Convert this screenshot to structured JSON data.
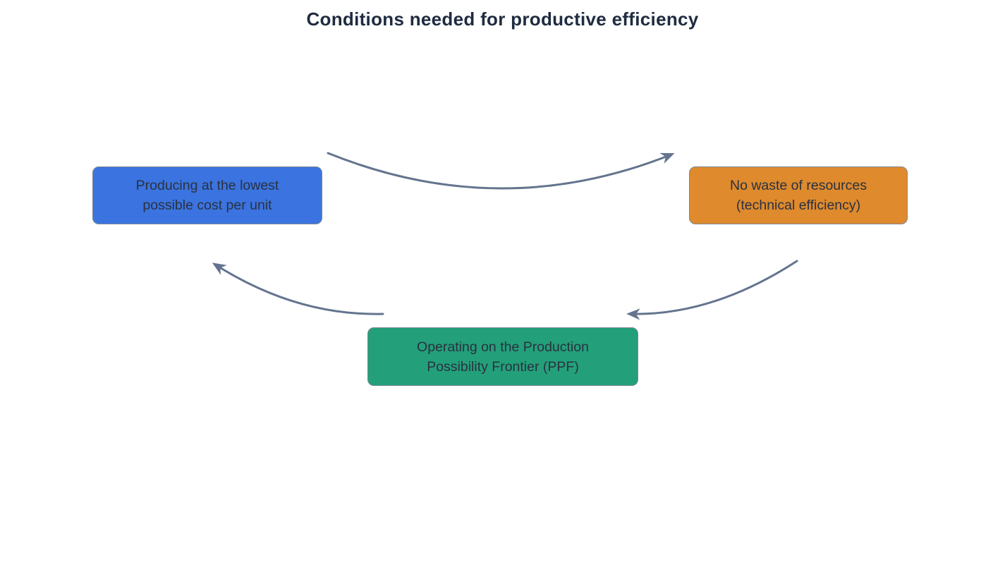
{
  "title": "Conditions needed for productive efficiency",
  "colors": {
    "background": "#ffffff",
    "title_text": "#1f2b40",
    "node_text": "#2a3140",
    "node_border": "#7d8796",
    "arrow": "#64748e",
    "blue_node": "#3b74e0",
    "orange_node": "#de8a2d",
    "green_node": "#23a07a"
  },
  "diagram": {
    "nodes": [
      {
        "id": "lowest-cost",
        "label": "Producing at the lowest possible cost per unit",
        "lines": [
          "Producing at the lowest",
          "possible cost per unit"
        ],
        "fill": "#3b74e0"
      },
      {
        "id": "no-waste",
        "label": "No waste of resources (technical efficiency)",
        "lines": [
          "No waste of resources",
          "(technical efficiency)"
        ],
        "fill": "#de8a2d"
      },
      {
        "id": "ppf",
        "label": "Operating on the Production Possibility Frontier (PPF)",
        "lines": [
          "Operating on the Production",
          "Possibility Frontier (PPF)"
        ],
        "fill": "#23a07a"
      }
    ],
    "edges": [
      {
        "from": "lowest-cost",
        "to": "no-waste"
      },
      {
        "from": "no-waste",
        "to": "ppf"
      },
      {
        "from": "ppf",
        "to": "lowest-cost"
      }
    ]
  }
}
